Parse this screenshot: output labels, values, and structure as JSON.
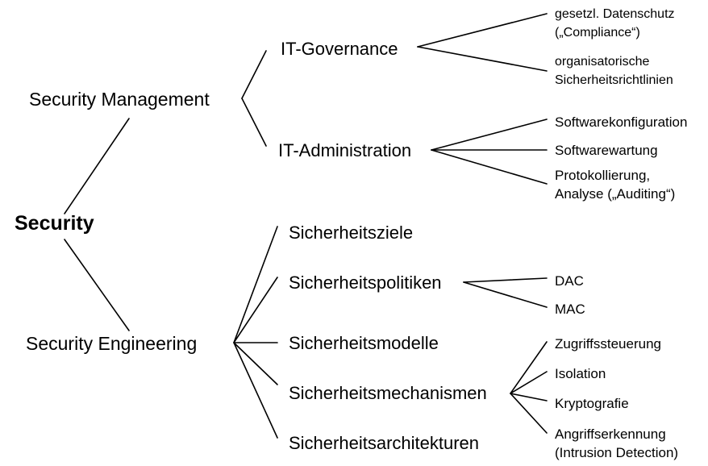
{
  "diagram": {
    "title": "Security",
    "type": "tree",
    "orientation": "left-to-right",
    "colors": {
      "background": "#ffffff",
      "text": "#000000",
      "edge": "#000000"
    },
    "root": {
      "label": "Security"
    },
    "branches": [
      {
        "label": "Security Management",
        "children": [
          {
            "label": "IT-Governance",
            "children": [
              {
                "line1": "gesetzl. Datenschutz",
                "line2": "(„Compliance“)"
              },
              {
                "line1": "organisatorische",
                "line2": "Sicherheitsrichtlinien"
              }
            ]
          },
          {
            "label": "IT-Administration",
            "children": [
              {
                "line1": "Softwarekonfiguration",
                "line2": ""
              },
              {
                "line1": "Softwarewartung",
                "line2": ""
              },
              {
                "line1": "Protokollierung,",
                "line2": "Analyse („Auditing“)"
              }
            ]
          }
        ]
      },
      {
        "label": "Security Engineering",
        "children": [
          {
            "label": "Sicherheitsziele",
            "children": []
          },
          {
            "label": "Sicherheitspolitiken",
            "children": [
              {
                "line1": "DAC",
                "line2": ""
              },
              {
                "line1": "MAC",
                "line2": ""
              }
            ]
          },
          {
            "label": "Sicherheitsmodelle",
            "children": []
          },
          {
            "label": "Sicherheitsmechanismen",
            "children": [
              {
                "line1": "Zugriffssteuerung",
                "line2": ""
              },
              {
                "line1": "Isolation",
                "line2": ""
              },
              {
                "line1": "Kryptografie",
                "line2": ""
              },
              {
                "line1": "Angriffserkennung",
                "line2": "(Intrusion Detection)"
              }
            ]
          },
          {
            "label": "Sicherheitsarchitekturen",
            "children": []
          }
        ]
      }
    ],
    "labels": {
      "root": "Security",
      "security_management": "Security Management",
      "security_engineering": "Security Engineering",
      "it_governance": "IT-Governance",
      "it_administration": "IT-Administration",
      "compliance_l1": "gesetzl. Datenschutz",
      "compliance_l2": "(„Compliance“)",
      "orgpolicy_l1": "organisatorische",
      "orgpolicy_l2": "Sicherheitsrichtlinien",
      "swkonfig": "Softwarekonfiguration",
      "swwartung": "Softwarewartung",
      "protokoll_l1": "Protokollierung,",
      "protokoll_l2": "Analyse („Auditing“)",
      "sicherheitsziele": "Sicherheitsziele",
      "sicherheitspolitiken": "Sicherheitspolitiken",
      "sicherheitsmodelle": "Sicherheitsmodelle",
      "sicherheitsmechanismen": "Sicherheitsmechanismen",
      "sicherheitsarchitekturen": "Sicherheitsarchitekturen",
      "dac": "DAC",
      "mac": "MAC",
      "zugriffssteuerung": "Zugriffssteuerung",
      "isolation": "Isolation",
      "kryptografie": "Kryptografie",
      "angriff_l1": "Angriffserkennung",
      "angriff_l2": "(Intrusion Detection)"
    }
  }
}
